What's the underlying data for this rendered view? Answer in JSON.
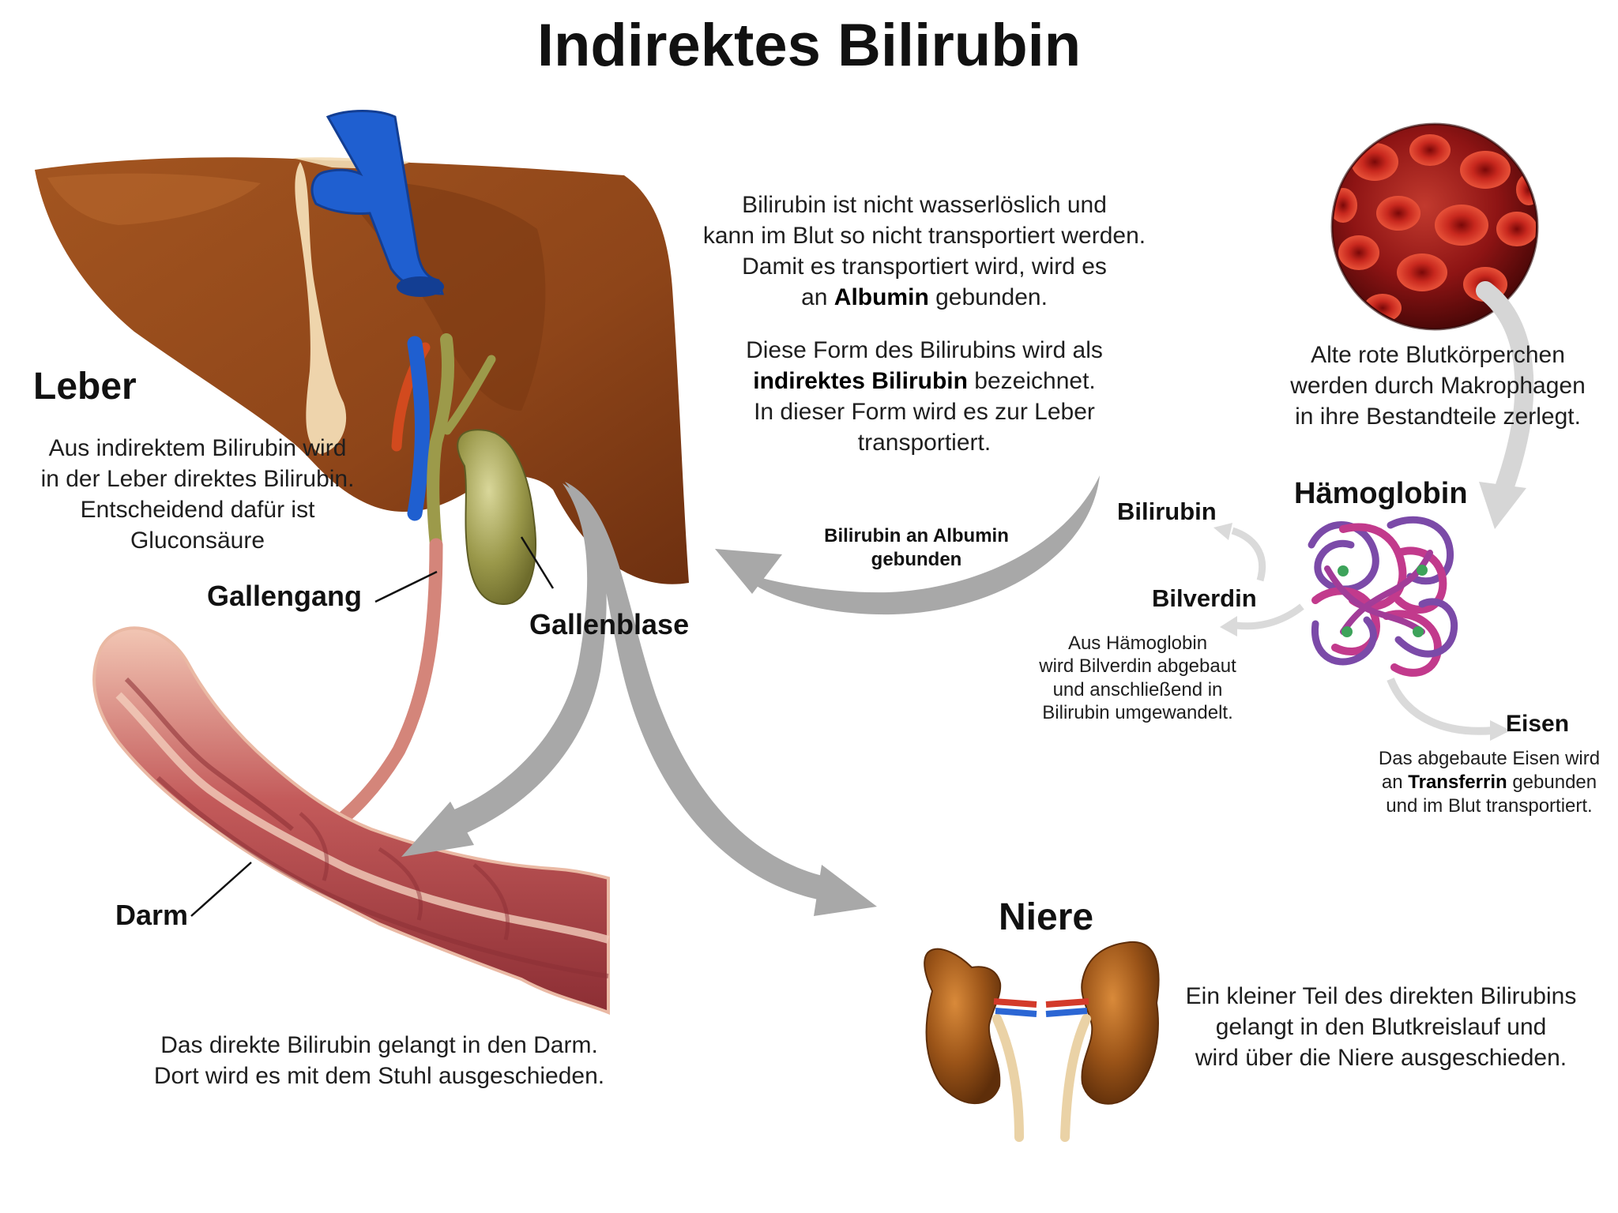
{
  "title": "Indirektes Bilirubin",
  "labels": {
    "leber": "Leber",
    "gallengang": "Gallengang",
    "gallenblase": "Gallenblase",
    "darm": "Darm",
    "niere": "Niere",
    "haemoglobin": "Hämoglobin",
    "bilirubin": "Bilirubin",
    "bilverdin": "Bilverdin",
    "eisen": "Eisen",
    "arrow_albumin": "Bilirubin an Albumin gebunden"
  },
  "texts": {
    "leber": {
      "l1": "Aus indirektem Bilirubin wird",
      "l2": "in der Leber direktes Bilirubin.",
      "l3": "Entscheidend dafür ist",
      "l4": "Gluconsäure"
    },
    "albumin": {
      "l1": "Bilirubin ist nicht wasserlöslich und",
      "l2": "kann im Blut so nicht transportiert werden.",
      "l3": "Damit es transportiert wird, wird es",
      "l4_pre": "an ",
      "l4_bold": "Albumin",
      "l4_post": " gebunden."
    },
    "indirekt": {
      "l1": "Diese Form des Bilirubins wird als",
      "l2_bold": "indirektes Bilirubin",
      "l2_post": " bezeichnet.",
      "l3": "In dieser Form wird es zur Leber",
      "l4": "transportiert."
    },
    "blut": {
      "l1": "Alte rote Blutkörperchen",
      "l2": "werden durch Makrophagen",
      "l3": "in ihre Bestandteile zerlegt."
    },
    "bilverdin": {
      "l1": "Aus Hämoglobin",
      "l2": "wird Bilverdin abgebaut",
      "l3": "und anschließend in",
      "l4": "Bilirubin umgewandelt."
    },
    "eisen": {
      "l1": "Das abgebaute Eisen wird",
      "l2_pre": "an ",
      "l2_bold": "Transferrin",
      "l2_post": " gebunden",
      "l3": "und im Blut transportiert."
    },
    "darm": {
      "l1": "Das direkte Bilirubin gelangt in den Darm.",
      "l2": "Dort wird es mit dem Stuhl ausgeschieden."
    },
    "niere": {
      "l1": "Ein kleiner Teil des direkten Bilirubins",
      "l2": "gelangt in den Blutkreislauf und",
      "l3": "wird über die Niere ausgeschieden."
    }
  },
  "icons": {
    "liver": "liver-illustration",
    "vein": "vein-illustration",
    "gallbladder": "gallbladder-illustration",
    "intestine": "intestine-illustration",
    "kidneys": "kidney-illustration",
    "blood": "blood-cells-illustration",
    "hemoglobin": "hemoglobin-illustration"
  },
  "colors": {
    "arrow": "#a8a8a8",
    "arrow_light": "#d6d6d6",
    "liver": "#8e4519",
    "vein": "#1f5fd0",
    "gallbladder": "#8b8a3e",
    "intestine": "#c35a5a",
    "kidney": "#9b5418",
    "blood": "#7a0e0e",
    "hemoglobin_a": "#c23a8c",
    "hemoglobin_b": "#7b4aa8"
  }
}
